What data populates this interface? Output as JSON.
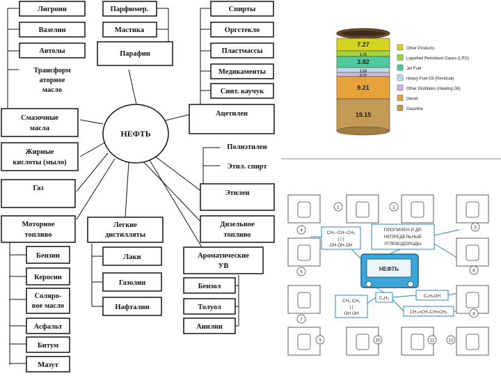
{
  "left_diagram": {
    "center": "НЕФТЬ",
    "boxes": {
      "ligroin": "Лигроин",
      "vazelin": "Вазелин",
      "avtoly": "Автолы",
      "transformator": [
        "Трансформ",
        "аторное",
        "масло"
      ],
      "smazochnye": [
        "Смазочные",
        "масла"
      ],
      "zhirnye": [
        "Жирные",
        "кислоты (мыло)"
      ],
      "gaz": "Газ",
      "motornoe": [
        "Моторное",
        "топливо"
      ],
      "benzin": "Бензин",
      "kerosin": "Керосин",
      "solyarovoe": [
        "Соляро-",
        "вое масло"
      ],
      "asfalt": "Асфальт",
      "bitum": "Битум",
      "mazut": "Мазут",
      "legkie": [
        "Легкие",
        "дистилляты"
      ],
      "laki": "Лаки",
      "gazolin": "Газолин",
      "naftalin": "Нафталин",
      "parfum": "Парфюмер.",
      "mastika": "Мастика",
      "parafin": "Парафин",
      "spirty": "Спирты",
      "orgsteklo": "Оргстекло",
      "plastmassy": "Пластмассы",
      "medikamenty": "Медикаменты",
      "sint_kauchuk": "Синт. каучук",
      "acetilen": "Ацетилен",
      "polietilen": "Полиэтилен",
      "etil_spirt": "Этил. спирт",
      "etilen": "Этилен",
      "dizelnoe": [
        "Дизельное",
        "топливо"
      ],
      "aromaticheskie": [
        "Ароматические",
        "УВ"
      ],
      "benzol": "Бензол",
      "toluol": "Толуол",
      "anilin": "Анилин"
    }
  },
  "barrel": {
    "segments": [
      {
        "value": "7.27",
        "color": "#d4d422"
      },
      {
        "value": "1.72",
        "color": "#9fd63a"
      },
      {
        "value": "3.82",
        "color": "#4fc9a0"
      },
      {
        "value": "1.16",
        "color": "#b8dfe8"
      },
      {
        "value": "0.72",
        "color": "#c9b8e0"
      },
      {
        "value": "9.21",
        "color": "#e8a23a"
      },
      {
        "value": "19.15",
        "color": "#c29a55"
      }
    ],
    "legend": [
      {
        "label": "Other Products",
        "color": "#d4d422"
      },
      {
        "label": "Liquefied Petroleum Gases (LPG)",
        "color": "#9fd63a"
      },
      {
        "label": "Jet Fuel",
        "color": "#4fc9a0"
      },
      {
        "label": "Heavy Fuel Oil (Residual)",
        "color": "#b8dfe8"
      },
      {
        "label": "Other Distillates (Heating Oil)",
        "color": "#c9b8e0"
      },
      {
        "label": "Diesel",
        "color": "#e8a23a"
      },
      {
        "label": "Gasoline",
        "color": "#c29a55"
      }
    ]
  },
  "scheme": {
    "center": "НЕФТЬ",
    "propylene": [
      "ПРОПИЛЕН И ДР.",
      "НЕПРЕДЕЛЬНЫЕ",
      "УГЛЕВОДОРОДЫ"
    ],
    "glycerin": [
      "CH₂–CH–CH₂",
      "|     |     |",
      "OH OH OH"
    ],
    "glycol": [
      "CH₂ CH₂",
      "|     |",
      "OH  OH"
    ],
    "ethylene": "C₂H₄",
    "ethanol": "C₂H₅OH",
    "butadiene": "CH₂=CH–CH=CH₂",
    "numbers": [
      "1",
      "2",
      "3",
      "4",
      "5",
      "6",
      "7",
      "8",
      "9",
      "10",
      "11",
      "12"
    ]
  }
}
